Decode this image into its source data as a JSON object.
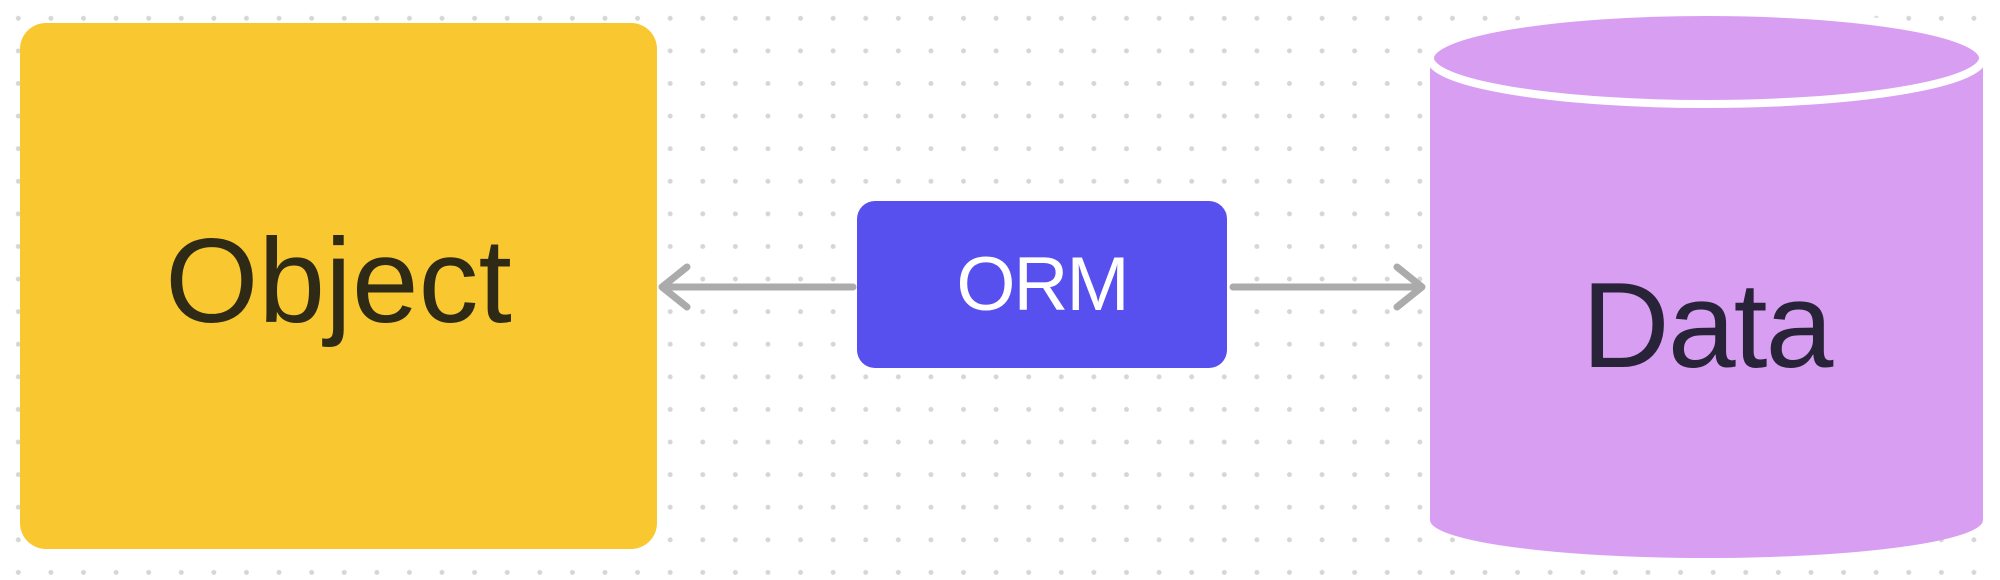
{
  "diagram": {
    "name": "orm-concept-diagram",
    "nodes": {
      "object": {
        "label": "Object",
        "shape": "rounded-rectangle"
      },
      "orm": {
        "label": "ORM",
        "shape": "rounded-rectangle"
      },
      "data": {
        "label": "Data",
        "shape": "database-cylinder"
      }
    },
    "connections": [
      {
        "from": "orm",
        "to": "object",
        "style": "arrow",
        "direction": "left"
      },
      {
        "from": "orm",
        "to": "data",
        "style": "arrow",
        "direction": "right"
      }
    ]
  },
  "colors": {
    "background": "#ffffff",
    "dot_grid": "#d6d6d6",
    "object_fill": "#f9c72f",
    "object_text": "#2e2a16",
    "orm_fill": "#5750ee",
    "orm_text": "#ffffff",
    "data_fill": "#d89ef2",
    "data_text": "#29233a",
    "cylinder_stroke": "#ffffff",
    "arrow": "#ababab"
  }
}
